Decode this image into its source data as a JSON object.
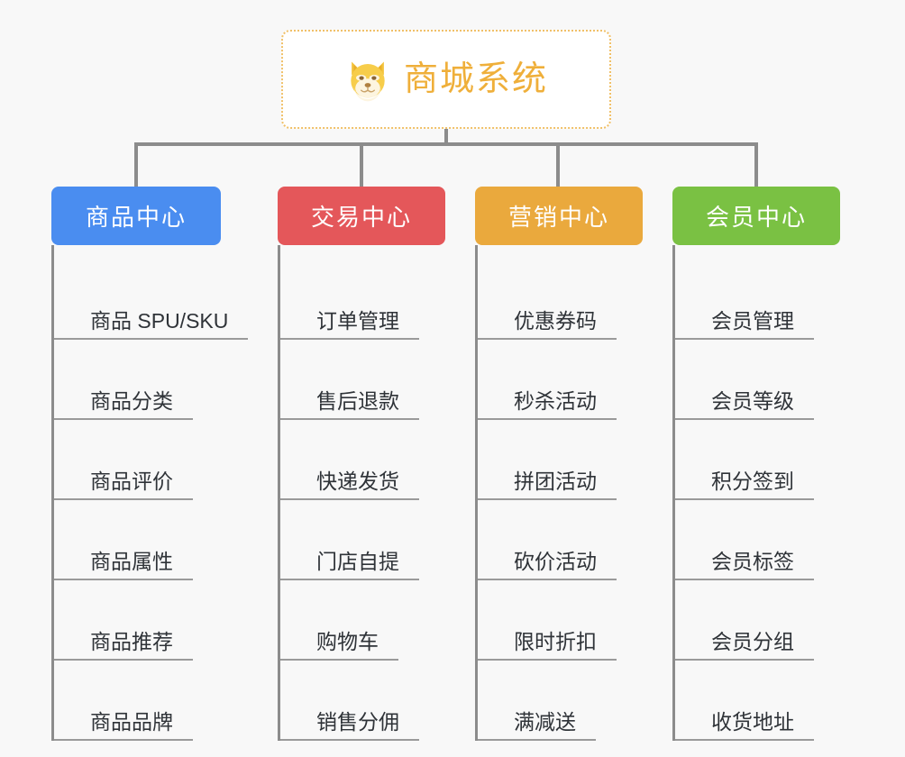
{
  "page": {
    "background_color": "#f8f8f8",
    "title": "商城系统"
  },
  "root": {
    "label": "商城系统",
    "icon": "dog-face-icon",
    "text_color": "#efaf3a",
    "border_color": "#f0c068",
    "background_color": "#ffffff"
  },
  "connector": {
    "color": "#8c8c8c"
  },
  "columns": [
    {
      "id": "product-center",
      "label": "商品中心",
      "color": "#4a8df0",
      "items": [
        "商品 SPU/SKU",
        "商品分类",
        "商品评价",
        "商品属性",
        "商品推荐",
        "商品品牌"
      ]
    },
    {
      "id": "trade-center",
      "label": "交易中心",
      "color": "#e4575a",
      "items": [
        "订单管理",
        "售后退款",
        "快递发货",
        "门店自提",
        "购物车",
        "销售分佣"
      ]
    },
    {
      "id": "marketing-center",
      "label": "营销中心",
      "color": "#eaa93d",
      "items": [
        "优惠券码",
        "秒杀活动",
        "拼团活动",
        "砍价活动",
        "限时折扣",
        "满减送"
      ]
    },
    {
      "id": "member-center",
      "label": "会员中心",
      "color": "#7ac143",
      "items": [
        "会员管理",
        "会员等级",
        "积分签到",
        "会员标签",
        "会员分组",
        "收货地址"
      ]
    }
  ]
}
